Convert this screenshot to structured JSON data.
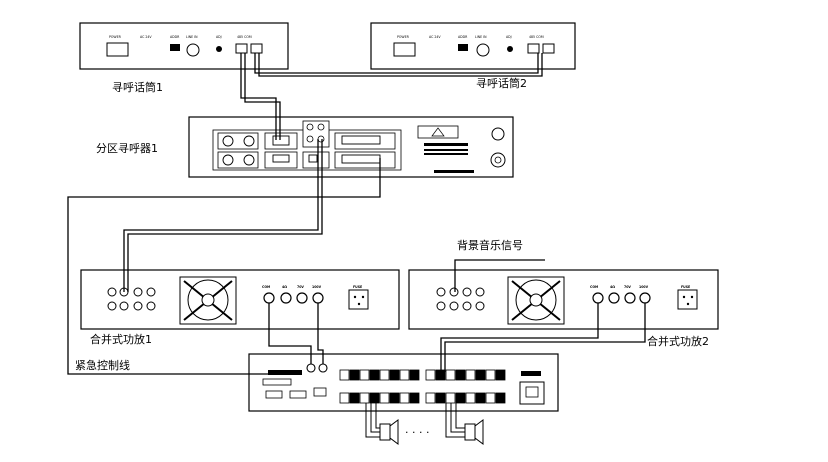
{
  "labels": {
    "paging_mic_1": "寻呼话筒1",
    "paging_mic_2": "寻呼话筒2",
    "zone_pager_1": "分区寻呼器1",
    "bg_music": "背景音乐信号",
    "amp_1": "合并式功放1",
    "amp_2": "合并式功放2",
    "emergency_line": "紧急控制线",
    "dots": ". . . ."
  },
  "mic_panel": {
    "power": "POWER",
    "ac24v": "AC 24V",
    "addr": "ADDR",
    "line_in": "LINE IN",
    "adj": "ADJ",
    "com": "485 COM"
  },
  "amp_panel": {
    "com": "COM",
    "ohm4": "4Ω",
    "v70": "70V",
    "v100": "100V",
    "fuse": "FUSE"
  }
}
